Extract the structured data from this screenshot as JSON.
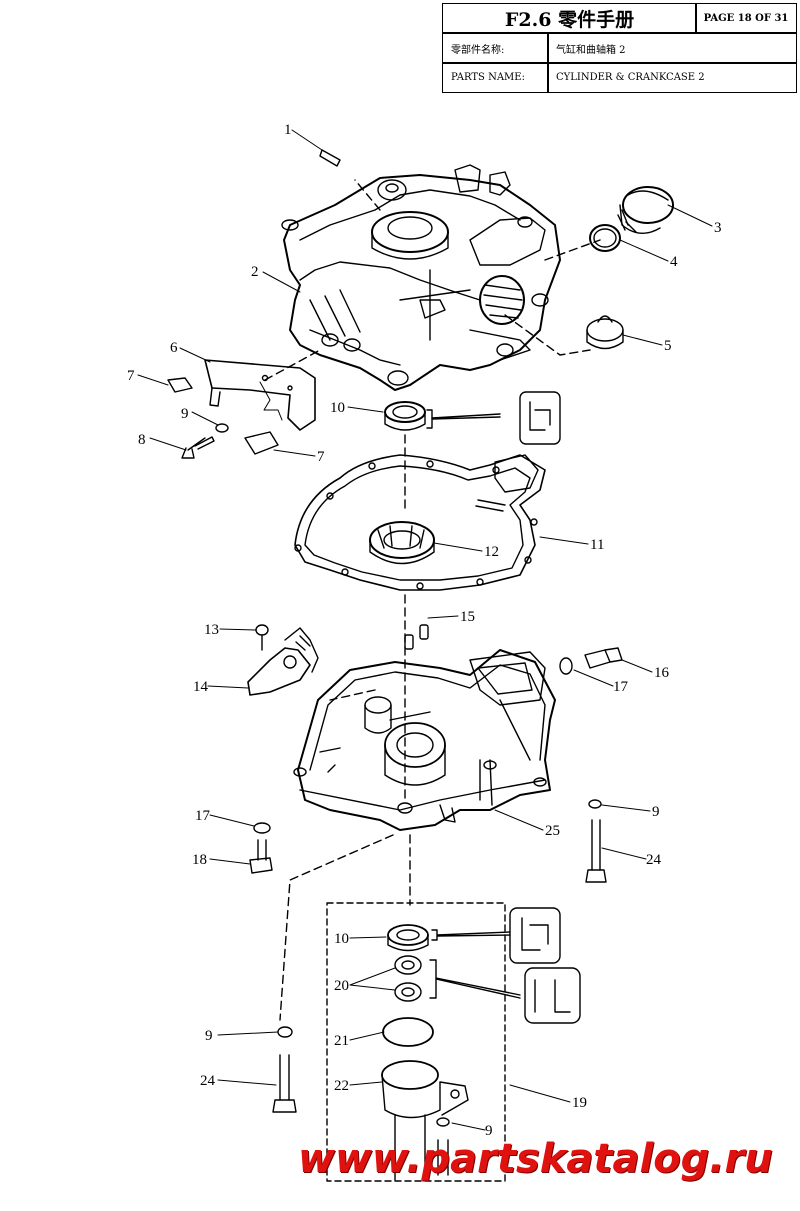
{
  "header": {
    "figure": "F2.6 零件手册",
    "page": "PAGE 18 OF 31",
    "cn_label": "零部件名称:",
    "cn_name": "气缸和曲轴箱 2",
    "en_label": "PARTS NAME:",
    "en_name": "CYLINDER & CRANKCASE 2"
  },
  "callouts": [
    "1",
    "2",
    "3",
    "4",
    "5",
    "6",
    "7",
    "9",
    "8",
    "7",
    "10",
    "11",
    "12",
    "13",
    "15",
    "14",
    "16",
    "17",
    "17",
    "9",
    "25",
    "18",
    "24",
    "10",
    "20",
    "21",
    "22",
    "9",
    "19",
    "9",
    "24"
  ],
  "watermark": "www.partskatalog.ru"
}
